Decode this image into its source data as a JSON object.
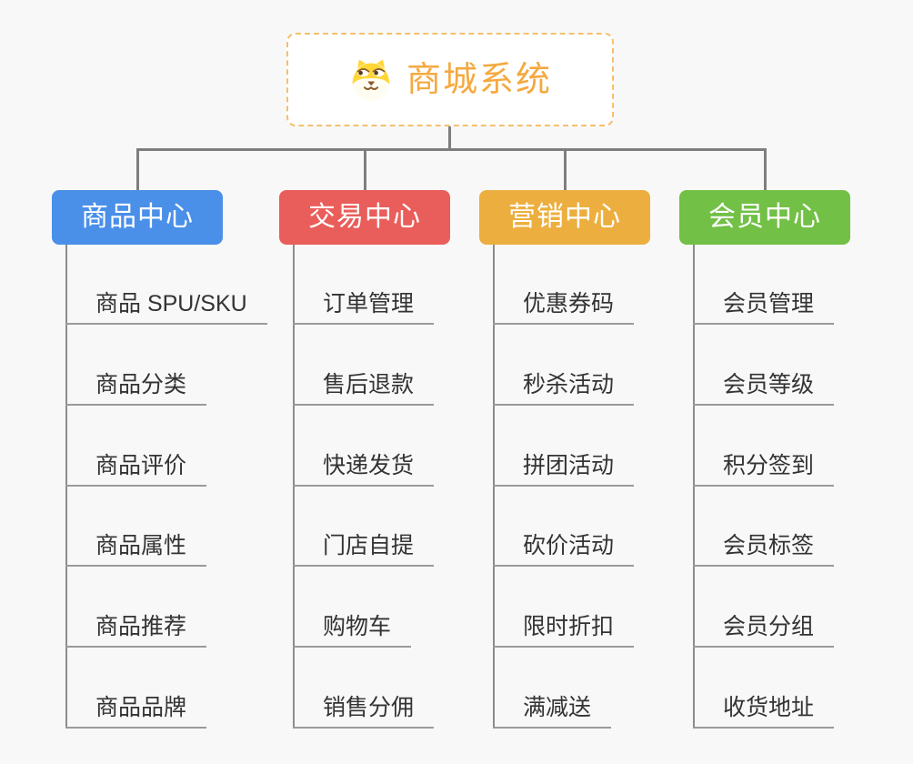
{
  "root": {
    "title": "商城系统",
    "icon": "dog-face-icon",
    "accent_color": "#F5A93F",
    "border_color": "#F5C06B"
  },
  "branches": [
    {
      "id": "product-center",
      "label": "商品中心",
      "color": "#4A8FE8",
      "items": [
        "商品 SPU/SKU",
        "商品分类",
        "商品评价",
        "商品属性",
        "商品推荐",
        "商品品牌"
      ]
    },
    {
      "id": "trade-center",
      "label": "交易中心",
      "color": "#E95E5A",
      "items": [
        "订单管理",
        "售后退款",
        "快递发货",
        "门店自提",
        "购物车",
        "销售分佣"
      ]
    },
    {
      "id": "marketing-center",
      "label": "营销中心",
      "color": "#ECAF3F",
      "items": [
        "优惠券码",
        "秒杀活动",
        "拼团活动",
        "砍价活动",
        "限时折扣",
        "满减送"
      ]
    },
    {
      "id": "member-center",
      "label": "会员中心",
      "color": "#72C046",
      "items": [
        "会员管理",
        "会员等级",
        "积分签到",
        "会员标签",
        "会员分组",
        "收货地址"
      ]
    }
  ]
}
